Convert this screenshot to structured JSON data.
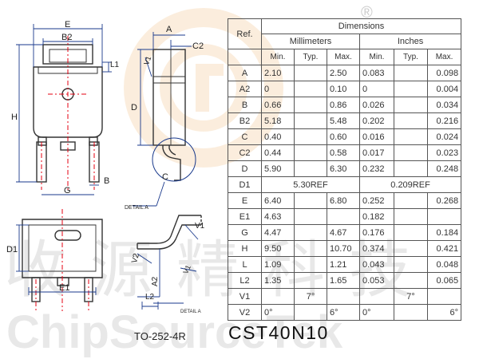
{
  "watermark": {
    "chinese_text": "收源精科技",
    "brand_text": "ChipSourceTek",
    "registered_mark": "®"
  },
  "drawing": {
    "labels": {
      "E": "E",
      "B2": "B2",
      "L1": "L1",
      "H": "H",
      "D": "D",
      "G": "G",
      "B": "B",
      "A": "A",
      "C2": "C2",
      "V1": "V1",
      "C": "C",
      "detail_a": "DETAIL A",
      "D1": "D1",
      "E1": "E1",
      "V2": "V2",
      "A2": "A2",
      "L2": "L2",
      "detail_a_small": "DETAIL A"
    },
    "package_name": "TO-252-4R"
  },
  "part_number": "CST40N10",
  "table": {
    "header": {
      "ref": "Ref.",
      "dimensions": "Dimensions",
      "millimeters": "Millimeters",
      "inches": "Inches",
      "cols": [
        "Min.",
        "Typ.",
        "Max.",
        "Min.",
        "Typ.",
        "Max."
      ]
    },
    "rows": [
      {
        "ref": "A",
        "mm_min": "2.10",
        "mm_typ": "",
        "mm_max": "2.50",
        "in_min": "0.083",
        "in_typ": "",
        "in_max": "0.098"
      },
      {
        "ref": "A2",
        "mm_min": "0",
        "mm_typ": "",
        "mm_max": "0.10",
        "in_min": "0",
        "in_typ": "",
        "in_max": "0.004"
      },
      {
        "ref": "B",
        "mm_min": "0.66",
        "mm_typ": "",
        "mm_max": "0.86",
        "in_min": "0.026",
        "in_typ": "",
        "in_max": "0.034"
      },
      {
        "ref": "B2",
        "mm_min": "5.18",
        "mm_typ": "",
        "mm_max": "5.48",
        "in_min": "0.202",
        "in_typ": "",
        "in_max": "0.216"
      },
      {
        "ref": "C",
        "mm_min": "0.40",
        "mm_typ": "",
        "mm_max": "0.60",
        "in_min": "0.016",
        "in_typ": "",
        "in_max": "0.024"
      },
      {
        "ref": "C2",
        "mm_min": "0.44",
        "mm_typ": "",
        "mm_max": "0.58",
        "in_min": "0.017",
        "in_typ": "",
        "in_max": "0.023"
      },
      {
        "ref": "D",
        "mm_min": "5.90",
        "mm_typ": "",
        "mm_max": "6.30",
        "in_min": "0.232",
        "in_typ": "",
        "in_max": "0.248"
      },
      {
        "ref": "D1",
        "mm_ref": "5.30REF",
        "in_ref": "0.209REF"
      },
      {
        "ref": "E",
        "mm_min": "6.40",
        "mm_typ": "",
        "mm_max": "6.80",
        "in_min": "0.252",
        "in_typ": "",
        "in_max": "0.268"
      },
      {
        "ref": "E1",
        "mm_min": "4.63",
        "mm_typ": "",
        "mm_max": "",
        "in_min": "0.182",
        "in_typ": "",
        "in_max": ""
      },
      {
        "ref": "G",
        "mm_min": "4.47",
        "mm_typ": "",
        "mm_max": "4.67",
        "in_min": "0.176",
        "in_typ": "",
        "in_max": "0.184"
      },
      {
        "ref": "H",
        "mm_min": "9.50",
        "mm_typ": "",
        "mm_max": "10.70",
        "in_min": "0.374",
        "in_typ": "",
        "in_max": "0.421"
      },
      {
        "ref": "L",
        "mm_min": "1.09",
        "mm_typ": "",
        "mm_max": "1.21",
        "in_min": "0.043",
        "in_typ": "",
        "in_max": "0.048"
      },
      {
        "ref": "L2",
        "mm_min": "1.35",
        "mm_typ": "",
        "mm_max": "1.65",
        "in_min": "0.053",
        "in_typ": "",
        "in_max": "0.065"
      },
      {
        "ref": "V1",
        "mm_min": "",
        "mm_typ": "7°",
        "mm_max": "",
        "in_min": "",
        "in_typ": "7°",
        "in_max": ""
      },
      {
        "ref": "V2",
        "mm_min": "0°",
        "mm_typ": "",
        "mm_max": "6°",
        "in_min": "0°",
        "in_typ": "",
        "in_max": "6°"
      }
    ]
  },
  "colors": {
    "outline": "#333333",
    "centerline": "#e60012",
    "dimension_line": "#1a3a8c",
    "logo_orange": "#f4c896",
    "watermark_gray": "#d8d8d8"
  }
}
